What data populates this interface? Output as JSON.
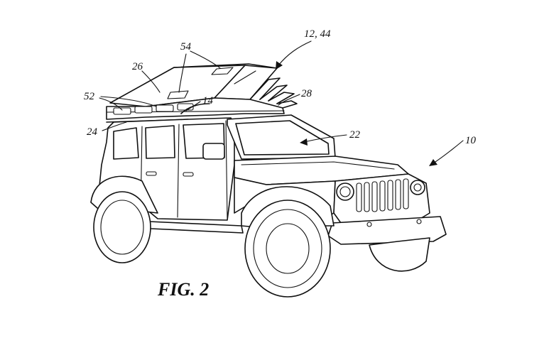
{
  "figure": {
    "caption": "FIG. 2"
  },
  "reference_numerals": {
    "r12_44": "12, 44",
    "r54": "54",
    "r26": "26",
    "r52": "52",
    "r14": "14",
    "r28": "28",
    "r24": "24",
    "r22": "22",
    "r10": "10"
  }
}
